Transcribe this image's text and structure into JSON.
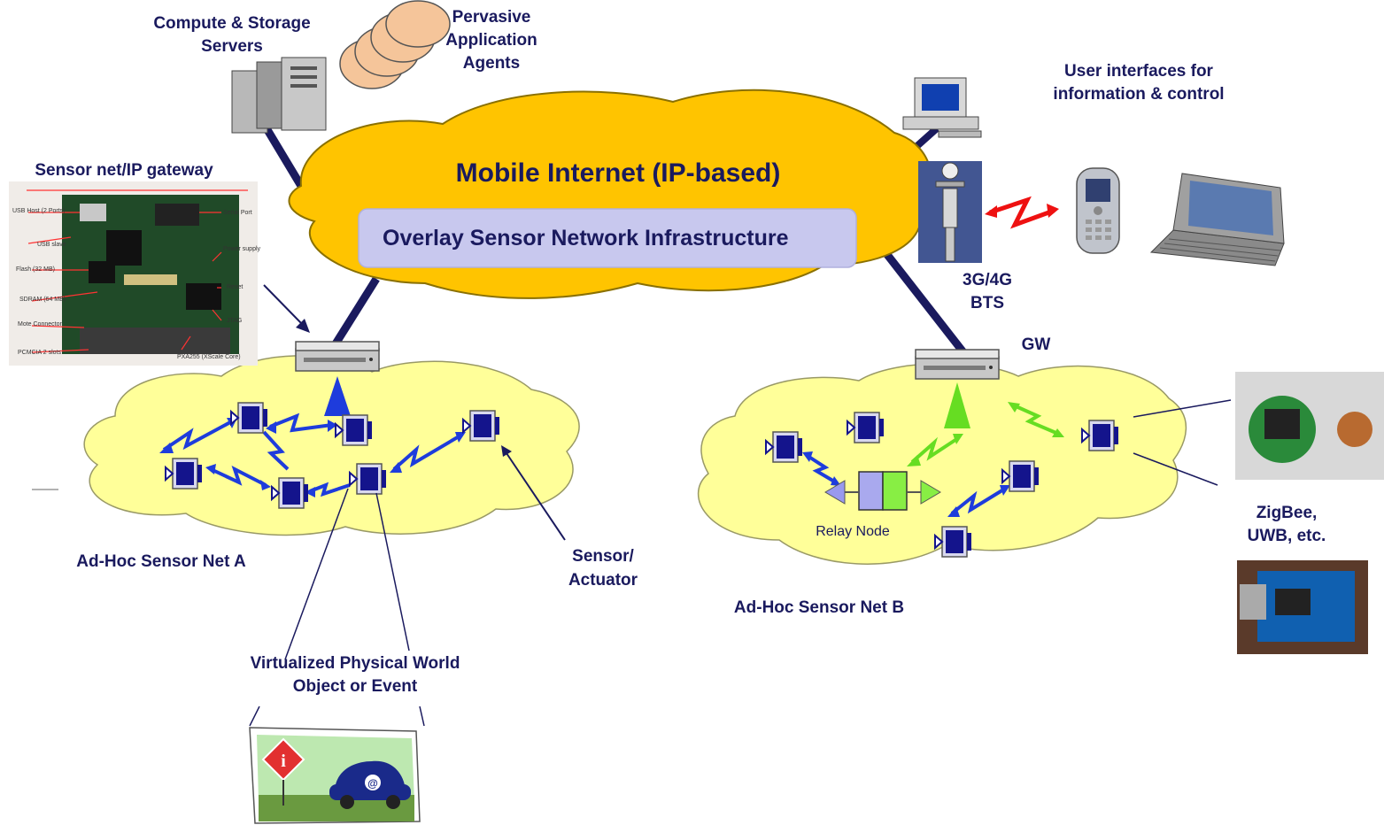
{
  "labels": {
    "compute_servers_line1": "Compute & Storage",
    "compute_servers_line2": "Servers",
    "agents_line1": "Pervasive",
    "agents_line2": "Application",
    "agents_line3": "Agents",
    "user_ui_line1": "User interfaces for",
    "user_ui_line2": "information & control",
    "gateway_board": "Sensor net/IP gateway",
    "mobile_internet": "Mobile Internet (IP-based)",
    "overlay": "Overlay Sensor Network Infrastructure",
    "bts_line1": "3G/4G",
    "bts_line2": "BTS",
    "gw": "GW",
    "net_a": "Ad-Hoc Sensor Net A",
    "net_b": "Ad-Hoc Sensor Net B",
    "sensor_line1": "Sensor/",
    "sensor_line2": "Actuator",
    "relay": "Relay Node",
    "zigbee_line1": "ZigBee,",
    "zigbee_line2": "UWB, etc.",
    "virt_line1": "Virtualized Physical World",
    "virt_line2": "Object or Event"
  },
  "board_annotations": {
    "usb_host": "USB Host (2 Ports)",
    "usb_slave": "USB slave",
    "flash": "Flash (32 MB)",
    "sdram": "SDRAM (64 MB)",
    "mote": "Mote Connector",
    "pcmcia": "PCMCIA 2 slots",
    "serial": "Serial Port",
    "power": "Power supply",
    "reset": "Reset",
    "jtag": "JTAG",
    "pxa": "PXA255 (XScale Core)"
  },
  "colors": {
    "cloud_internet": "#ffc400",
    "cloud_sensor": "#ffff99",
    "overlay_box": "#c8c8ee",
    "node": "#14148c",
    "link_blue": "#1e3cdc",
    "link_green": "#66dd22",
    "link_red": "#ee1111",
    "backbone": "#1a1a5e"
  }
}
